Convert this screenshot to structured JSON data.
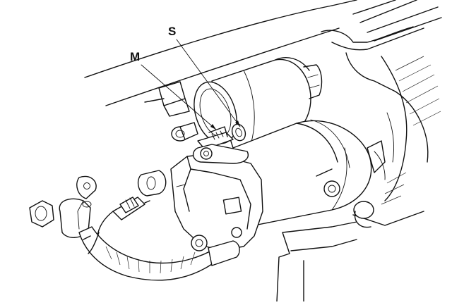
{
  "callouts": {
    "s": "S",
    "m": "M"
  },
  "icons": {
    "diagram": "starter-motor-exploded-view"
  },
  "colors": {
    "line": "#111111",
    "background": "#ffffff"
  }
}
